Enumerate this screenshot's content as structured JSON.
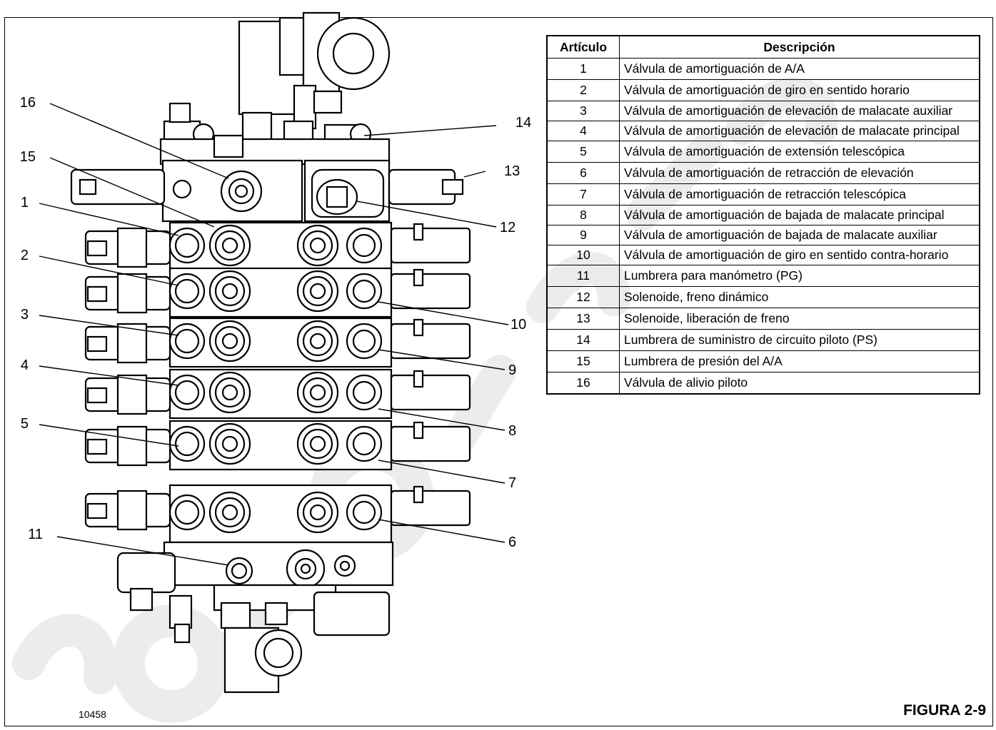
{
  "table": {
    "headers": {
      "item": "Artículo",
      "description": "Descripción"
    },
    "rows": [
      {
        "item": "1",
        "description": "Válvula de amortiguación de A/A"
      },
      {
        "item": "2",
        "description": "Válvula de amortiguación de giro en sentido horario"
      },
      {
        "item": "3",
        "description": "Válvula de amortiguación de elevación de malacate auxiliar"
      },
      {
        "item": "4",
        "description": "Válvula de amortiguación de elevación de malacate principal"
      },
      {
        "item": "5",
        "description": "Válvula de amortiguación de extensión telescópica"
      },
      {
        "item": "6",
        "description": "Válvula de amortiguación de retracción de elevación"
      },
      {
        "item": "7",
        "description": "Válvula de amortiguación de retracción telescópica"
      },
      {
        "item": "8",
        "description": "Válvula de amortiguación de bajada de malacate principal"
      },
      {
        "item": "9",
        "description": "Válvula de amortiguación de bajada de malacate auxiliar"
      },
      {
        "item": "10",
        "description": "Válvula de amortiguación de giro en sentido contra-horario"
      },
      {
        "item": "11",
        "description": "Lumbrera para manómetro (PG)"
      },
      {
        "item": "12",
        "description": "Solenoide, freno dinámico"
      },
      {
        "item": "13",
        "description": "Solenoide, liberación de freno"
      },
      {
        "item": "14",
        "description": "Lumbrera de suministro de circuito piloto (PS)"
      },
      {
        "item": "15",
        "description": "Lumbrera de presión del A/A"
      },
      {
        "item": "16",
        "description": "Válvula de alivio piloto"
      }
    ]
  },
  "callouts": [
    "16",
    "15",
    "1",
    "2",
    "3",
    "4",
    "5",
    "11",
    "14",
    "13",
    "12",
    "10",
    "9",
    "8",
    "7",
    "6"
  ],
  "figure_label": "FIGURA 2-9",
  "drawing_number": "10458",
  "colors": {
    "line": "#000000",
    "watermark": "#e8e8e8"
  }
}
